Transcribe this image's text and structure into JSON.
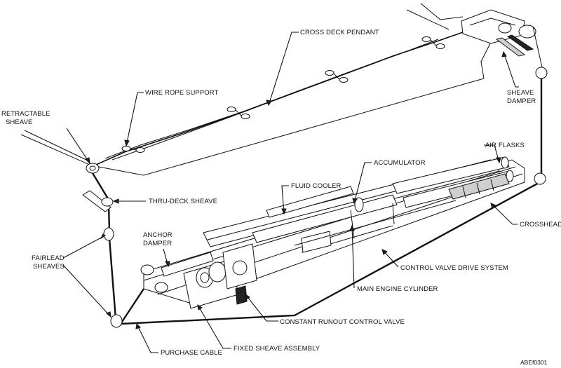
{
  "diagram": {
    "labels": {
      "cross_deck_pendant": "CROSS DECK PENDANT",
      "wire_rope_support": "WIRE ROPE SUPPORT",
      "retractable_sheave_1": "RETRACTABLE",
      "retractable_sheave_2": "SHEAVE",
      "sheave_damper_1": "SHEAVE",
      "sheave_damper_2": "DAMPER",
      "air_flasks": "AIR FLASKS",
      "accumulator": "ACCUMULATOR",
      "fluid_cooler": "FLUID COOLER",
      "thru_deck_sheave": "THRU-DECK SHEAVE",
      "crosshead": "CROSSHEAD",
      "anchor_damper_1": "ANCHOR",
      "anchor_damper_2": "DAMPER",
      "fairlead_sheaves_1": "FAIRLEAD",
      "fairlead_sheaves_2": "SHEAVES",
      "control_valve_drive_system": "CONTROL VALVE DRIVE SYSTEM",
      "main_engine_cylinder": "MAIN ENGINE CYLINDER",
      "constant_runout_control_valve": "CONSTANT RUNOUT CONTROL VALVE",
      "purchase_cable": "PURCHASE CABLE",
      "fixed_sheave_assembly": "FIXED SHEAVE ASSEMBLY"
    },
    "figure_code": "ABEf0301"
  }
}
